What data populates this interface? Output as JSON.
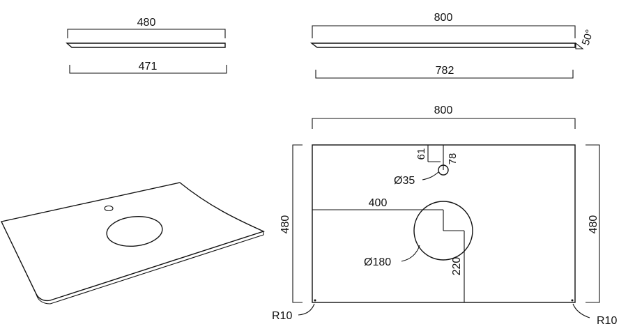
{
  "side_views": {
    "left": {
      "top_width": "480",
      "bottom_width": "471"
    },
    "right": {
      "top_width": "800",
      "bottom_width": "782",
      "bevel_angle": "50°"
    }
  },
  "plan_view": {
    "width": "800",
    "depth_left": "480",
    "depth_right": "480",
    "tap_hole_offset_small": "61",
    "tap_hole_offset": "78",
    "tap_hole_diameter": "Ø35",
    "basin_x_offset": "400",
    "basin_diameter": "Ø180",
    "basin_y_offset": "220",
    "corner_radius_left": "R10",
    "corner_radius_right": "R10"
  }
}
